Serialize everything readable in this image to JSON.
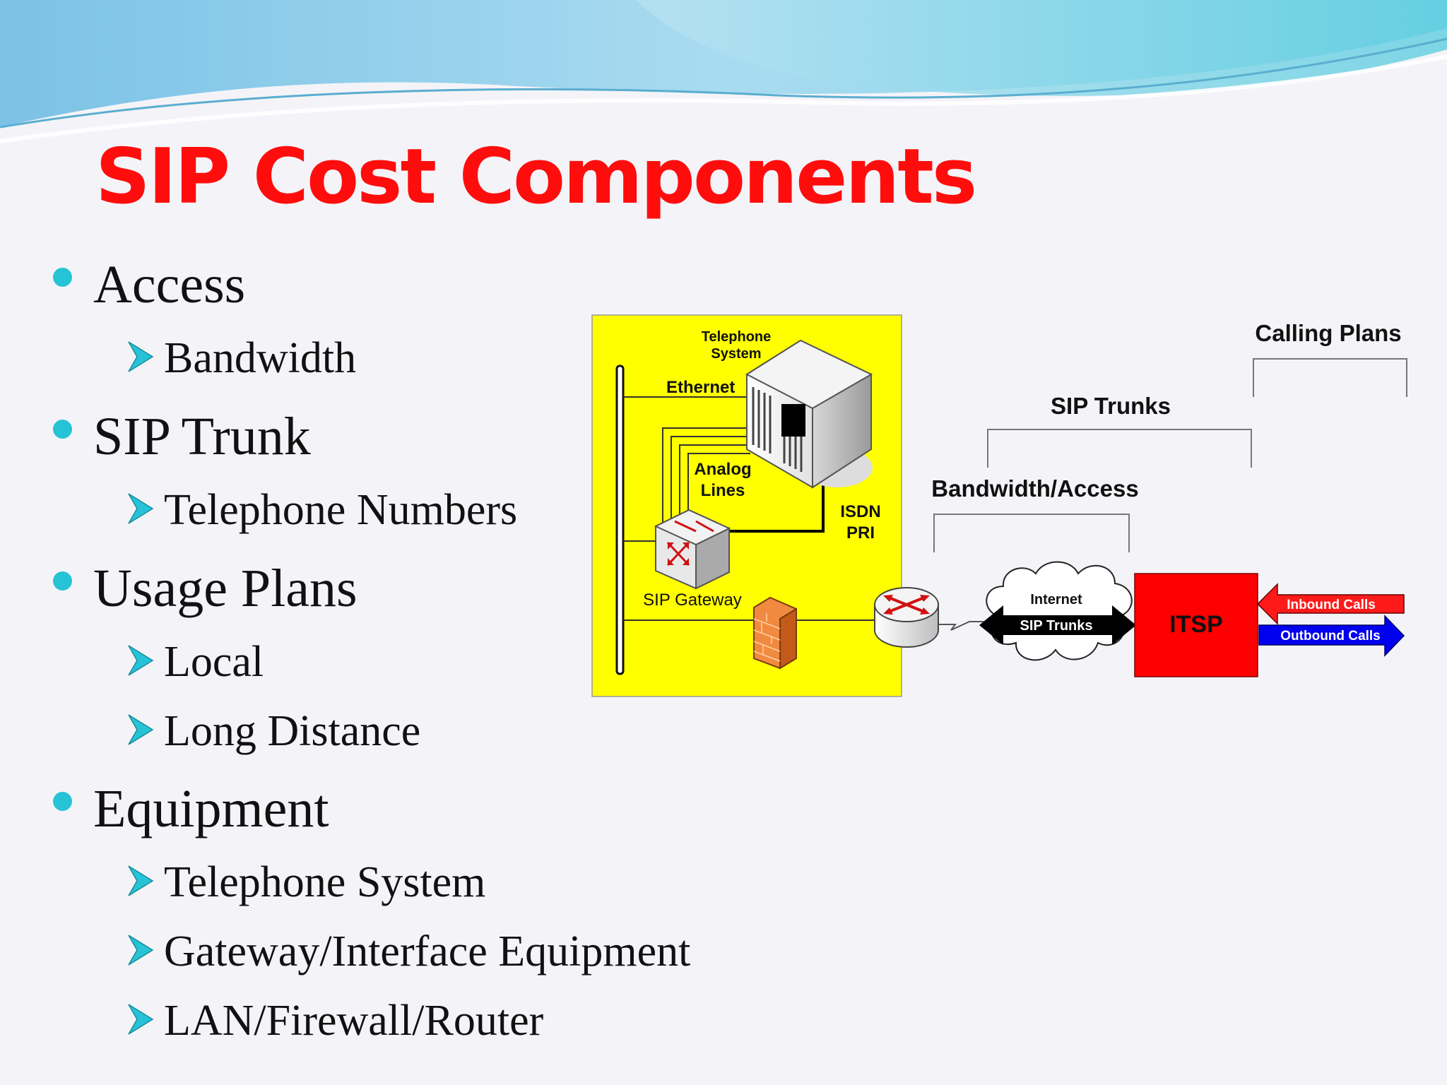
{
  "title": "SIP Cost Components",
  "bullets": [
    {
      "text": "Access",
      "sub": [
        "Bandwidth"
      ]
    },
    {
      "text": "SIP Trunk",
      "sub": [
        "Telephone Numbers"
      ]
    },
    {
      "text": "Usage Plans",
      "sub": [
        "Local",
        "Long Distance"
      ]
    },
    {
      "text": "Equipment",
      "sub": [
        "Telephone System",
        "Gateway/Interface Equipment",
        "LAN/Firewall/Router"
      ]
    }
  ],
  "diagram": {
    "telephone_system": [
      "Telephone",
      "System"
    ],
    "ethernet": "Ethernet",
    "analog_lines": [
      "Analog",
      "Lines"
    ],
    "isdn_pri": [
      "ISDN",
      "PRI"
    ],
    "sip_gateway": "SIP Gateway",
    "internet": "Internet",
    "sip_trunks_arrow": "SIP Trunks",
    "itsp": "ITSP",
    "inbound_calls": "Inbound Calls",
    "outbound_calls": "Outbound Calls",
    "brackets": {
      "calling_plans": "Calling Plans",
      "sip_trunks": "SIP Trunks",
      "bandwidth_access": "Bandwidth/Access"
    },
    "colors": {
      "lan_box": "#ffff00",
      "itsp": "#ff0000",
      "inbound": "#ff1a1a",
      "outbound": "#0000ee",
      "title": "#ff0d0d",
      "bullet": "#26c3d6"
    }
  }
}
